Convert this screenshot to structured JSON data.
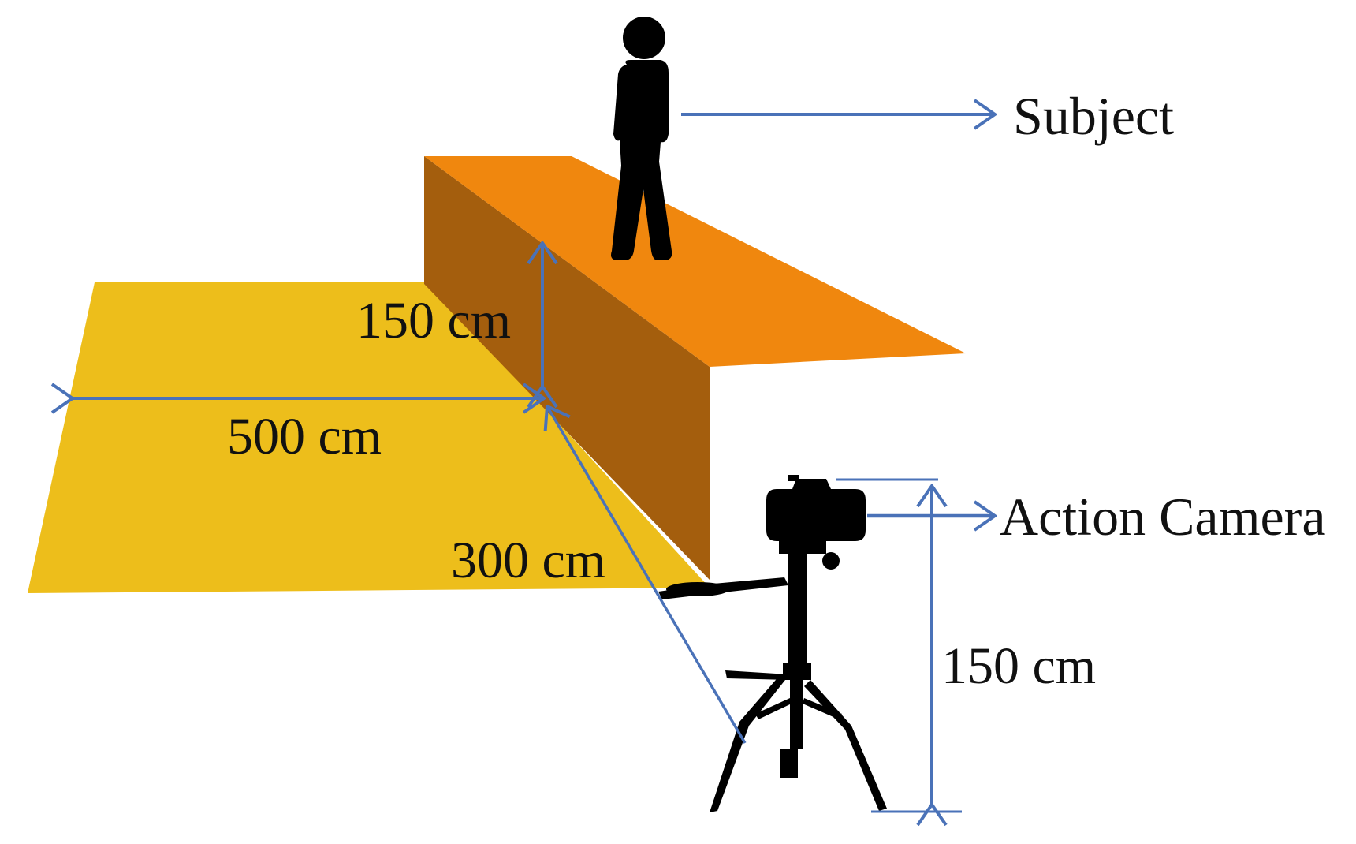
{
  "labels": {
    "subject": "Subject",
    "action_camera": "Action Camera",
    "wall_height": "150 cm",
    "floor_width": "500 cm",
    "camera_distance": "300 cm",
    "camera_height": "150 cm"
  },
  "colors": {
    "floor": "#EDBE1B",
    "platform_top": "#F0870E",
    "wall_face": "#A45E0D",
    "arrow": "#4A72B8",
    "silhouette": "#000000"
  },
  "icons": {
    "subject": "standing-person-icon",
    "camera": "camera-icon",
    "tripod": "tripod-icon"
  }
}
